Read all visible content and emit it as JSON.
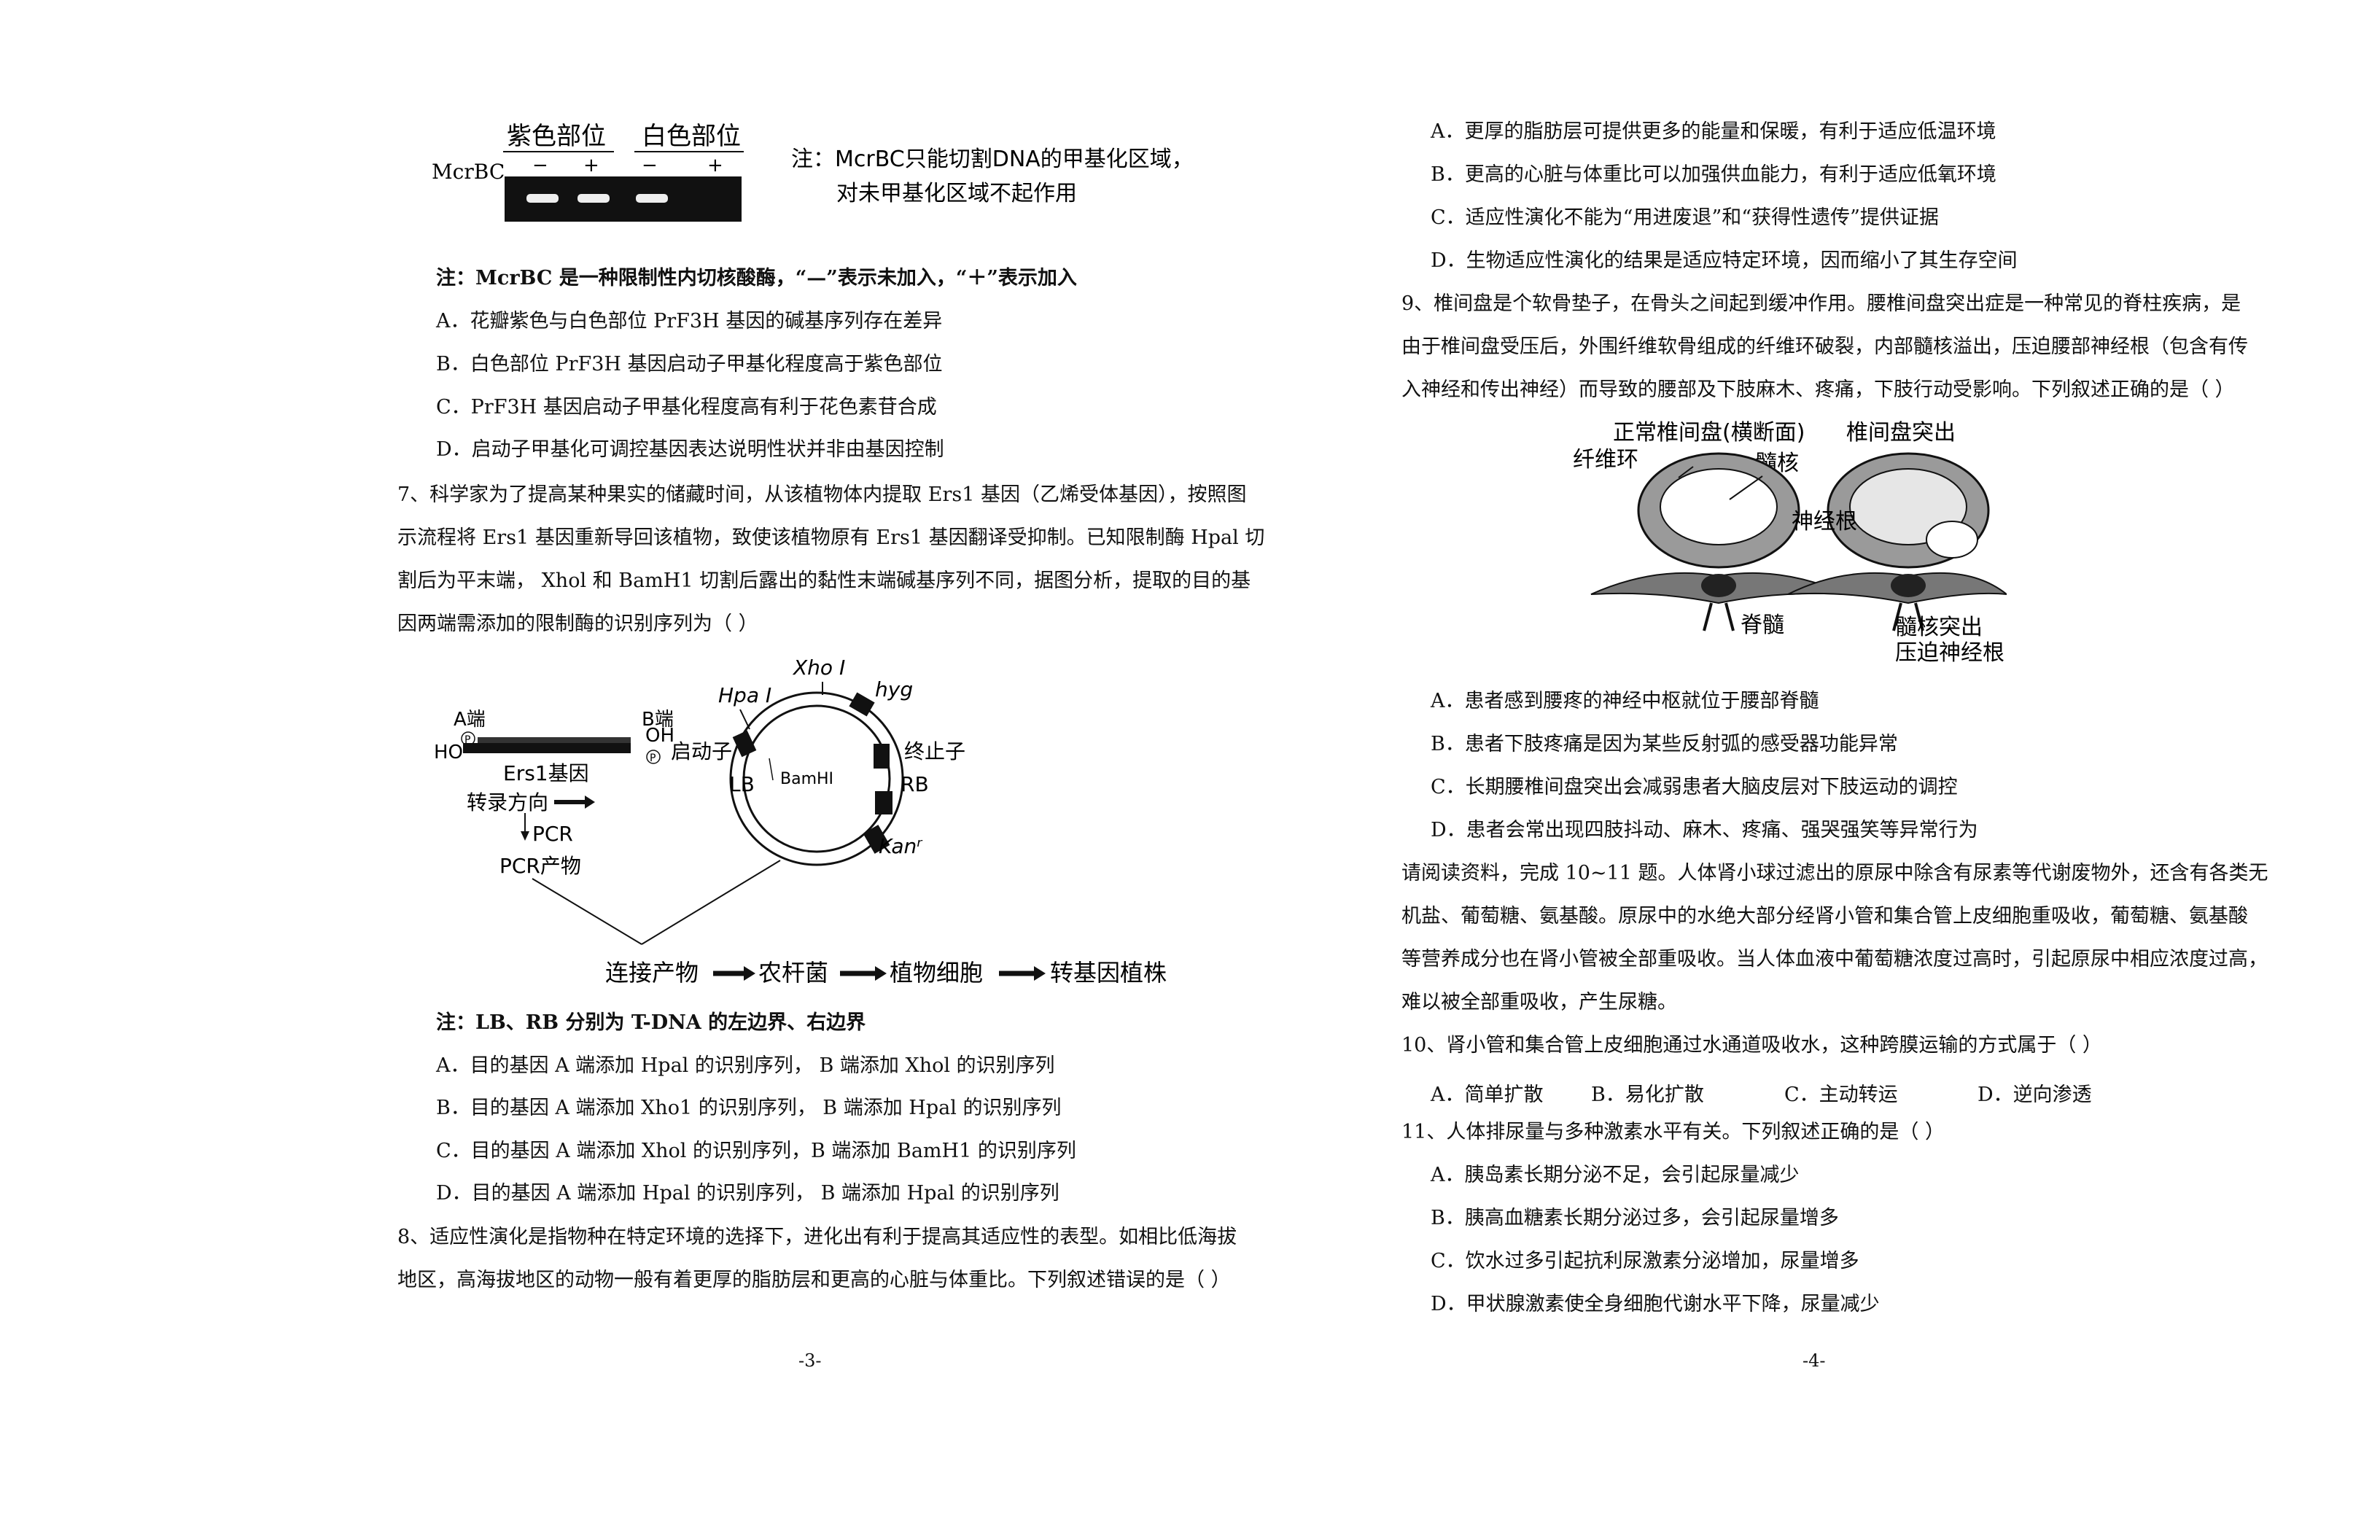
{
  "left": {
    "gel": {
      "purple_label": "紫色部位",
      "white_label": "白色部位",
      "enzyme": "McrBC",
      "minus": "−",
      "plus": "+",
      "note1": "注：McrBC只能切割DNA的甲基化区域，",
      "note2": "对未甲基化区域不起作用"
    },
    "note_mcrbc": "注：McrBC 是一种限制性内切核酸酶，“—”表示未加入，“＋”表示加入",
    "q6_options": [
      "A．花瓣紫色与白色部位 PrF3H 基因的碱基序列存在差异",
      "B．白色部位 PrF3H 基因启动子甲基化程度高于紫色部位",
      "C．PrF3H 基因启动子甲基化程度高有利于花色素苷合成",
      "D．启动子甲基化可调控基因表达说明性状并非由基因控制"
    ],
    "q7_lines": [
      "7、科学家为了提高某种果实的储藏时间，从该植物体内提取 Ers1 基因（乙烯受体基因），按照图",
      "示流程将 Ers1 基因重新导回该植物，致使该植物原有 Ers1 基因翻译受抑制。已知限制酶 Hpal 切",
      "割后为平末端， Xhol 和 BamH1 切割后露出的黏性末端碱基序列不同，据图分析，提取的目的基",
      "因两端需添加的限制酶的识别序列为（    ）"
    ],
    "diagram": {
      "a_end": "A端",
      "b_end": "B端",
      "ho": "HO",
      "oh": "OH",
      "p": "P",
      "gene": "Ers1基因",
      "transcription": "转录方向",
      "pcr": "PCR",
      "pcr_product": "PCR产物",
      "xho": "Xho Ⅰ",
      "hpa": "Hpa Ⅰ",
      "hyg": "hyg",
      "promoter": "启动子",
      "terminator": "终止子",
      "lb": "LB",
      "rb": "RB",
      "bamh": "BamHⅠ",
      "kan": "Kanʳ",
      "flow": [
        "连接产物",
        "农杆菌",
        "植物细胞",
        "转基因植株"
      ]
    },
    "note_lb": "注：LB、RB 分别为 T-DNA 的左边界、右边界",
    "q7_options": [
      "A．目的基因 A 端添加 Hpal 的识别序列， B 端添加 Xhol 的识别序列",
      "B．目的基因 A 端添加 Xho1 的识别序列， B 端添加 Hpal 的识别序列",
      "C．目的基因 A 端添加 Xhol 的识别序列，B 端添加 BamH1 的识别序列",
      "D．目的基因 A 端添加 Hpal 的识别序列， B 端添加 Hpal 的识别序列"
    ],
    "q8_lines": [
      "8、适应性演化是指物种在特定环境的选择下，进化出有利于提高其适应性的表型。如相比低海拔",
      "地区，高海拔地区的动物一般有着更厚的脂肪层和更高的心脏与体重比。下列叙述错误的是（    ）"
    ],
    "page_number": "-3-"
  },
  "right": {
    "q8_options": [
      "A．更厚的脂肪层可提供更多的能量和保暖，有利于适应低温环境",
      "B．更高的心脏与体重比可以加强供血能力，有利于适应低氧环境",
      "C．适应性演化不能为“用进废退”和“获得性遗传”提供证据",
      "D．生物适应性演化的结果是适应特定环境，因而缩小了其生存空间"
    ],
    "q9_lines": [
      "9、椎间盘是个软骨垫子，在骨头之间起到缓冲作用。腰椎间盘突出症是一种常见的脊柱疾病，是",
      "由于椎间盘受压后，外围纤维软骨组成的纤维环破裂，内部髓核溢出，压迫腰部神经根（包含有传",
      "入神经和传出神经）而导致的腰部及下肢麻木、疼痛，下肢行动受影响。下列叙述正确的是（    ）"
    ],
    "spine": {
      "normal": "正常椎间盘(横断面)",
      "herniated": "椎间盘突出",
      "ring": "纤维环",
      "nucleus": "髓核",
      "root": "神经根",
      "cord": "脊髓",
      "protrude": "髓核突出",
      "compress": "压迫神经根"
    },
    "q9_options": [
      "A．患者感到腰疼的神经中枢就位于腰部脊髓",
      "B．患者下肢疼痛是因为某些反射弧的感受器功能异常",
      "C．长期腰椎间盘突出会减弱患者大脑皮层对下肢运动的调控",
      "D．患者会常出现四肢抖动、麻木、疼痛、强哭强笑等异常行为"
    ],
    "reading_lines": [
      "请阅读资料，完成 10~11 题。人体肾小球过滤出的原尿中除含有尿素等代谢废物外，还含有各类无",
      "机盐、葡萄糖、氨基酸。原尿中的水绝大部分经肾小管和集合管上皮细胞重吸收，葡萄糖、氨基酸",
      "等营养成分也在肾小管被全部重吸收。当人体血液中葡萄糖浓度过高时，引起原尿中相应浓度过高，",
      "难以被全部重吸收，产生尿糖。"
    ],
    "q10": "10、肾小管和集合管上皮细胞通过水通道吸收水，这种跨膜运输的方式属于（    ）",
    "q10_options": [
      "A．简单扩散",
      "B．易化扩散",
      "C．主动转运",
      "D．逆向渗透"
    ],
    "q11": "11、人体排尿量与多种激素水平有关。下列叙述正确的是（    ）",
    "q11_options": [
      "A．胰岛素长期分泌不足，会引起尿量减少",
      "B．胰高血糖素长期分泌过多，会引起尿量增多",
      "C．饮水过多引起抗利尿激素分泌增加，尿量增多",
      "D．甲状腺激素使全身细胞代谢水平下降，尿量减少"
    ],
    "page_number": "-4-"
  }
}
